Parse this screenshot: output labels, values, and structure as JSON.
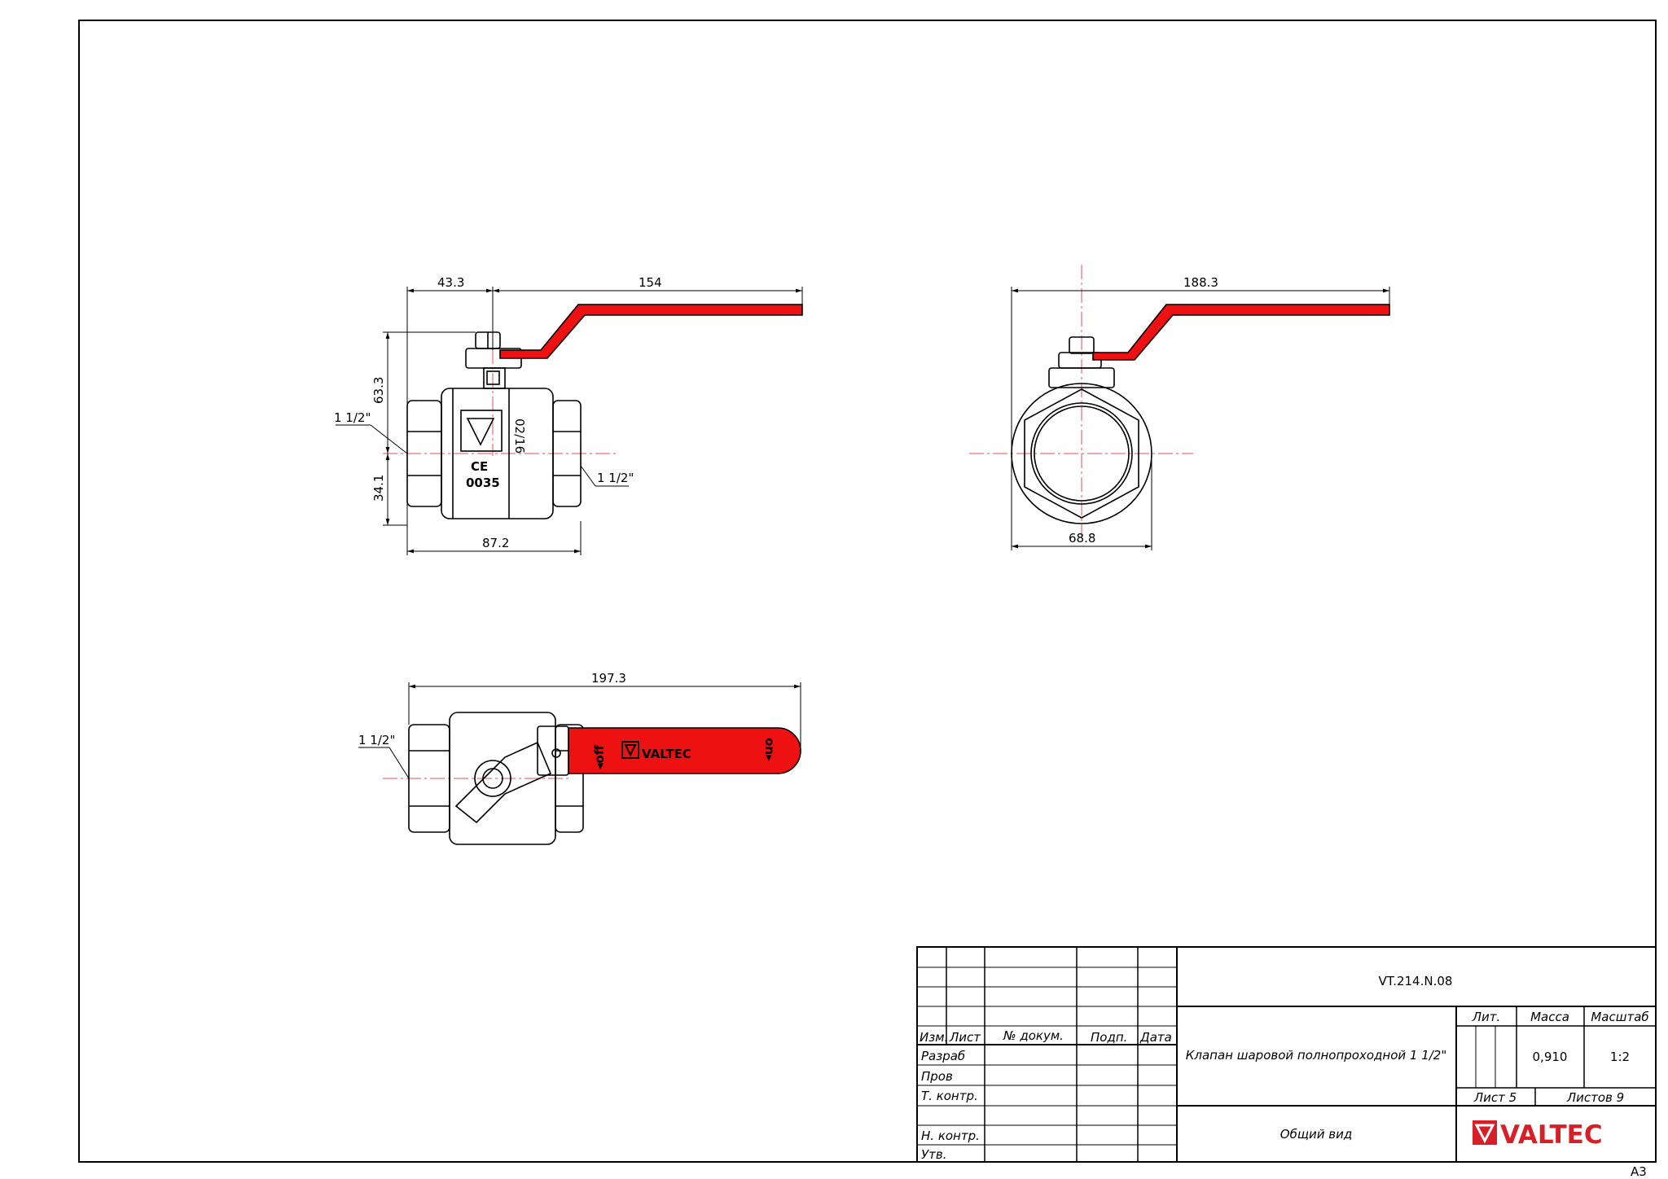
{
  "drawing": {
    "code": "VT.214.N.08",
    "title": "Клапан шаровой полнопроходной 1 1/2\"",
    "view": "Общий вид",
    "format": "A3"
  },
  "dimensions": {
    "d_43_3": "43.3",
    "d_154": "154",
    "d_63_3": "63.3",
    "d_34_1": "34.1",
    "d_87_2": "87.2",
    "d_188_3": "188.3",
    "d_68_8": "68.8",
    "d_197_3": "197.3",
    "thread_left": "1 1/2\"",
    "thread_right": "1 1/2\"",
    "thread_bottom": "1 1/2\""
  },
  "body_marks": {
    "date_code": "02/16",
    "ce": "CE",
    "cert": "0035",
    "handle_off": "◂off",
    "handle_on": "on▸",
    "handle_brand": "VALTEC"
  },
  "title_block": {
    "h_izm": "Изм.",
    "h_list": "Лист",
    "h_doc": "№ докум.",
    "h_podp": "Подп.",
    "h_data": "Дата",
    "r_razrab": "Разраб",
    "r_prov": "Пров",
    "r_tkontr": "Т. контр.",
    "r_nkontr": "Н. контр.",
    "r_utv": "Утв.",
    "lit_label": "Лит.",
    "mass_label": "Масса",
    "scale_label": "Масштаб",
    "mass_value": "0,910",
    "scale_value": "1:2",
    "sheet": "Лист 5",
    "sheets": "Листов 9",
    "logo": "VALTEC"
  },
  "colors": {
    "handle": "#ee1111",
    "centerline": "#e05050",
    "logo_red": "#d61f26",
    "logo_grey": "#8a8a8a"
  }
}
